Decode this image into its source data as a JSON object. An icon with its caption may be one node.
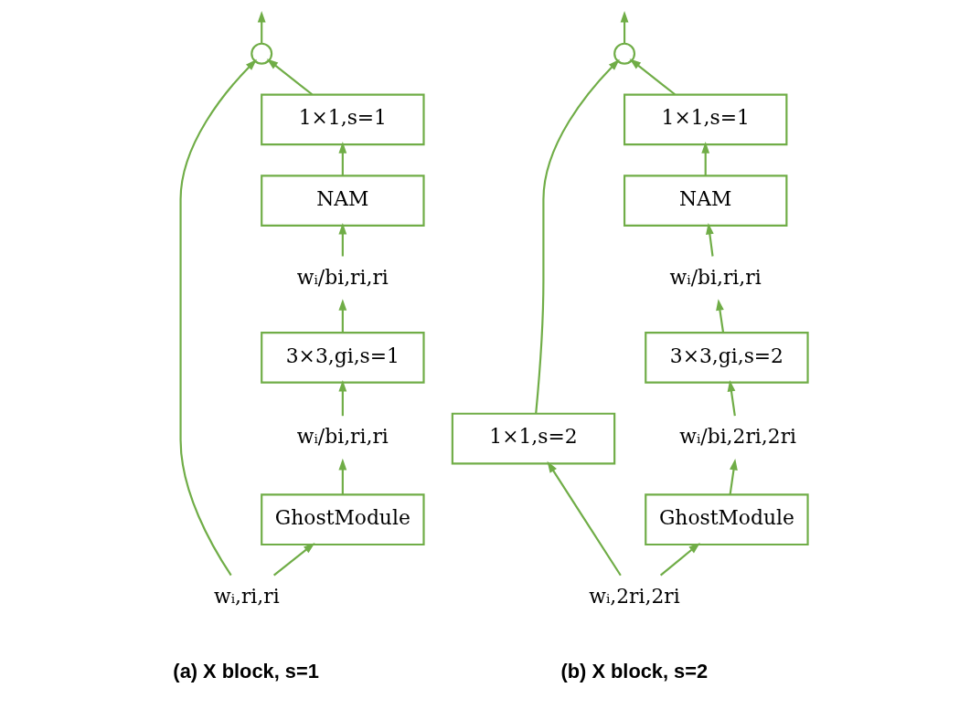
{
  "diagram": {
    "nodes": [
      {
        "text": [],
        "shape": "circle"
      },
      {
        "text": [
          "1×1,s=1"
        ]
      },
      {
        "text": [
          "NAM"
        ]
      },
      {
        "text": [
          "wᵢ/bi,ri,ri"
        ]
      },
      {
        "text": [
          "3×3,gi,s=1"
        ]
      },
      {
        "text": [
          "wᵢ/bi,ri,ri"
        ]
      },
      {
        "text": [
          "GhostModule"
        ]
      },
      {
        "text": [
          "wᵢ,ri,ri"
        ]
      },
      {
        "text": [],
        "shape": "circle"
      },
      {
        "text": [
          "1×1,s=1"
        ]
      },
      {
        "text": [
          "NAM"
        ]
      },
      {
        "text": [
          "wᵢ/bi,ri,ri"
        ]
      },
      {
        "text": [
          "1×1,s=2"
        ]
      },
      {
        "text": [
          "3×3,gi,s=2"
        ]
      },
      {
        "text": [
          "wᵢ/bi,2ri,2ri"
        ]
      },
      {
        "text": [
          "GhostModule"
        ]
      },
      {
        "text": [
          "wᵢ,2ri,2ri"
        ]
      }
    ],
    "edges": [
      {
        "from": 0,
        "to": null,
        "arrow": "to"
      },
      {
        "from": 1,
        "to": 0,
        "arrow": "to"
      },
      {
        "from": 2,
        "to": 1,
        "arrow": "to"
      },
      {
        "from": 3,
        "to": 2,
        "arrow": "to"
      },
      {
        "from": 4,
        "to": 3,
        "arrow": "to"
      },
      {
        "from": 5,
        "to": 4,
        "arrow": "to"
      },
      {
        "from": 6,
        "to": 5,
        "arrow": "to"
      },
      {
        "from": 7,
        "to": 6,
        "arrow": "to"
      },
      {
        "from": 7,
        "to": 0,
        "arrow": "to"
      },
      {
        "from": 8,
        "to": null,
        "arrow": "to"
      },
      {
        "from": 9,
        "to": 8,
        "arrow": "to"
      },
      {
        "from": 10,
        "to": 9,
        "arrow": "to"
      },
      {
        "from": 11,
        "to": 10,
        "arrow": "to"
      },
      {
        "from": 13,
        "to": 11,
        "arrow": "to"
      },
      {
        "from": 14,
        "to": 13,
        "arrow": "to"
      },
      {
        "from": 15,
        "to": 14,
        "arrow": "to"
      },
      {
        "from": 16,
        "to": 15,
        "arrow": "to"
      },
      {
        "from": 16,
        "to": 12,
        "arrow": "to"
      },
      {
        "from": 12,
        "to": 8,
        "arrow": "to"
      }
    ],
    "labels": [
      "(a) X block, s=1",
      "(b) X block, s=2"
    ]
  }
}
